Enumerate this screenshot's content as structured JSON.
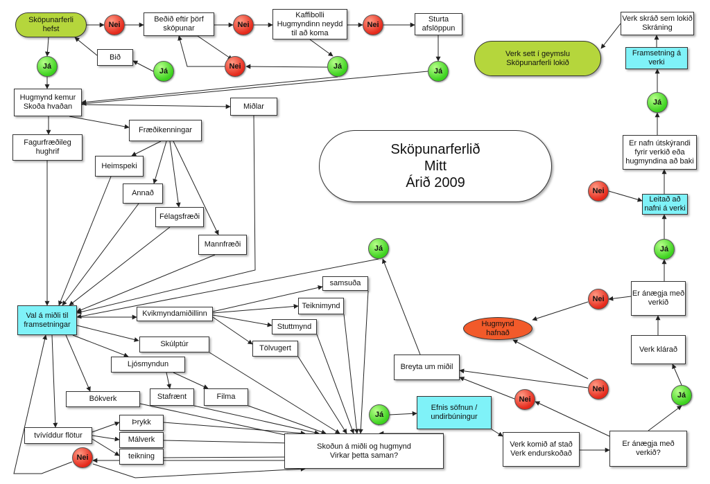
{
  "title": "Sköpunarferlið\nMitt\nÁrið 2009",
  "labels": {
    "yes": "Já",
    "no": "Nei"
  },
  "nodes": {
    "start": "Sköpunarferli\nhefst",
    "bedid": "Beðið eftir þörf\nsköpunar",
    "kaffi": "Kaffibolli\nHugmyndinn neydd\ntil að koma",
    "sturta": "Sturta\nafslöppun",
    "bid": "Bið",
    "hugmynd_kemur": "Hugmynd kemur\nSkoða hvaðan",
    "midlar": "Miðlar",
    "fagur": "Fagurfræðileg\nhughrif",
    "fraedi": "Fræðikenningar",
    "heimspeki": "Heimspeki",
    "annad": "Annað",
    "felags": "Félagsfræði",
    "mann": "Mannfræði",
    "val": "Val á miðli til\nframsetningar",
    "kvik": "Kvikmyndamiðillinn",
    "samsuda": "samsuða",
    "teiknimynd": "Teiknimynd",
    "stuttmynd": "Stuttmynd",
    "tolvugert": "Tölvugert",
    "skulptur": "Skúlptúr",
    "ljosmyndun": "Ljósmyndun",
    "stafraent": "Stafrænt",
    "filma": "Filma",
    "bokverk": "Bókverk",
    "tvivid": "tvívíddur flötur",
    "thrykk": "Þrykk",
    "malverk": "Málverk",
    "teikning": "teikning",
    "skodun": "Skoðun á miðli og hugmynd\nVirkar þetta saman?",
    "efnis": "Efnis söfnun /\nundirbúningur",
    "verk_komid": "Verk komið af stað\nVerk endurskoðað",
    "anaegja1": "Er ánægja með\nverkið?",
    "breyta": "Breyta um miðil",
    "hafnad": "Hugmynd\nhafnað",
    "verk_klarad": "Verk klárað",
    "anaegja2": "Er ánægja með\nverkið",
    "leitad": "Leitað að\nnafni á verki",
    "nafn": "Er nafn útskýrandi\nfyrir verkið eða\nhugmyndina að baki",
    "framsetning": "Framsetning á\nverki",
    "skrad": "Verk skráð sem lokið\nSkráning",
    "geymsla": "Verk sett í geymslu\nSköpunarferli lokið"
  },
  "colors": {
    "pill": "#b5d63c",
    "cyan": "#7ff2f8",
    "no": "#e5291b",
    "yes": "#3cd21e",
    "rejected": "#f25a2a"
  }
}
